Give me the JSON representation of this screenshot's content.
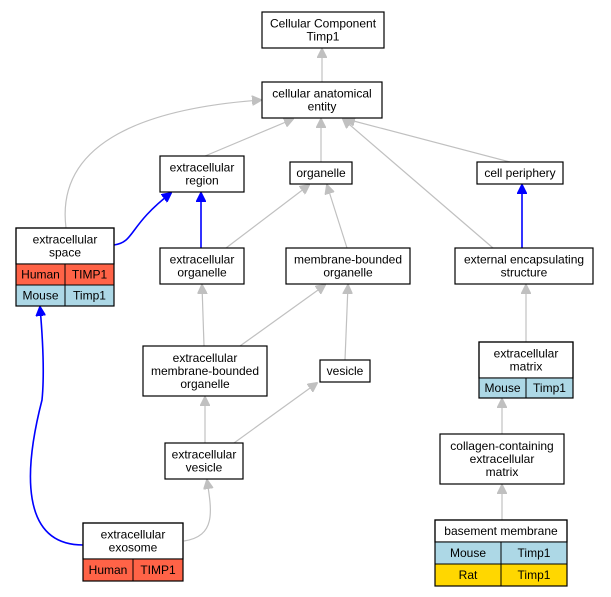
{
  "colors": {
    "human": "#ff6347",
    "mouse": "#add8e6",
    "rat": "#ffd700",
    "edge_is_a": "#c0c0c0",
    "edge_part_of": "#0000ff"
  },
  "nodes": {
    "root": {
      "lines": [
        "Cellular Component",
        "Timp1"
      ]
    },
    "cae": {
      "lines": [
        "cellular anatomical",
        "entity"
      ]
    },
    "exreg": {
      "lines": [
        "extracellular",
        "region"
      ]
    },
    "org": {
      "lines": [
        "organelle"
      ]
    },
    "cellp": {
      "lines": [
        "cell periphery"
      ]
    },
    "exspace": {
      "lines": [
        "extracellular",
        "space"
      ],
      "rows": [
        {
          "species": "Human",
          "gene": "TIMP1"
        },
        {
          "species": "Mouse",
          "gene": "Timp1"
        }
      ]
    },
    "exorg": {
      "lines": [
        "extracellular",
        "organelle"
      ]
    },
    "mbo": {
      "lines": [
        "membrane-bounded",
        "organelle"
      ]
    },
    "ees": {
      "lines": [
        "external encapsulating",
        "structure"
      ]
    },
    "exmbo": {
      "lines": [
        "extracellular",
        "membrane-bounded",
        "organelle"
      ]
    },
    "vesicle": {
      "lines": [
        "vesicle"
      ]
    },
    "exmatrix": {
      "lines": [
        "extracellular",
        "matrix"
      ],
      "rows": [
        {
          "species": "Mouse",
          "gene": "Timp1"
        }
      ]
    },
    "exves": {
      "lines": [
        "extracellular",
        "vesicle"
      ]
    },
    "ccem": {
      "lines": [
        "collagen-containing",
        "extracellular",
        "matrix"
      ]
    },
    "exosome": {
      "lines": [
        "extracellular",
        "exosome"
      ],
      "rows": [
        {
          "species": "Human",
          "gene": "TIMP1"
        }
      ]
    },
    "bm": {
      "lines": [
        "basement membrane"
      ],
      "rows": [
        {
          "species": "Mouse",
          "gene": "Timp1"
        },
        {
          "species": "Rat",
          "gene": "Timp1"
        }
      ]
    }
  }
}
